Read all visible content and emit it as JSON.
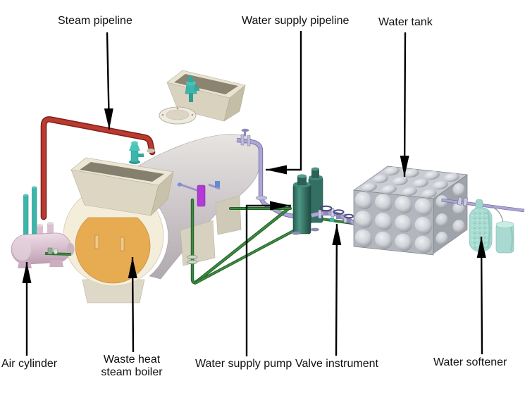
{
  "diagram": {
    "labels": {
      "steam_pipeline": "Steam pipeline",
      "water_supply_pipeline": "Water supply pipeline",
      "water_tank": "Water tank",
      "air_cylinder": "Air cylinder",
      "waste_heat_steam_boiler": "Waste heat\nsteam boiler",
      "water_supply_pump": "Water supply pump",
      "valve_instrument": "Valve instrument",
      "water_softener": "Water softener"
    },
    "colors": {
      "steam_pipe": "#bb3a30",
      "water_pipe": "#aca7d6",
      "green_pipe": "#3c8a40",
      "boiler_door": "#e7ab52",
      "boiler_ring": "#f3edda",
      "air_cylinder": "#d6bccb",
      "pump_body": "#2f6e63",
      "tank_gray": "#b3b6bd",
      "softener_mint": "#a8dcd2",
      "valve_teal": "#3cb6ab",
      "arrow": "#000000"
    }
  }
}
